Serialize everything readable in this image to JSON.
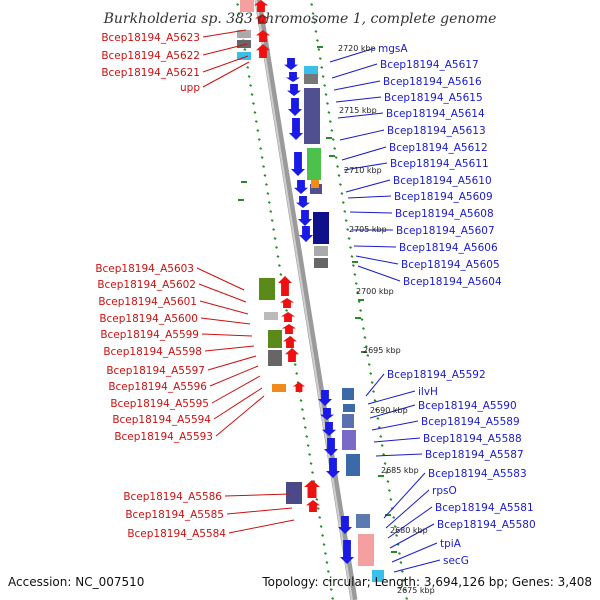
{
  "title": "Burkholderia sp. 383 chromosome 1, complete genome",
  "accession": "Accession: NC_007510",
  "topology": "Topology: circular; Length: 3,694,126 bp; Genes: 3,408",
  "colors": {
    "forward_label": "#1a1acc",
    "reverse_label": "#cc1111",
    "forward_arrow": "#1a1ae6",
    "reverse_arrow": "#ee1111",
    "backbone": "#888888",
    "ticks": "#2a8a2a"
  },
  "kbp_labels": [
    "2720 kbp",
    "2715 kbp",
    "2710 kbp",
    "2705 kbp",
    "2700 kbp",
    "2695 kbp",
    "2690 kbp",
    "2685 kbp",
    "2680 kbp",
    "2675 kbp"
  ],
  "forward_genes": [
    "mgsA",
    "Bcep18194_A5617",
    "Bcep18194_A5616",
    "Bcep18194_A5615",
    "Bcep18194_A5614",
    "Bcep18194_A5613",
    "Bcep18194_A5612",
    "Bcep18194_A5611",
    "Bcep18194_A5610",
    "Bcep18194_A5609",
    "Bcep18194_A5608",
    "Bcep18194_A5607",
    "Bcep18194_A5606",
    "Bcep18194_A5605",
    "Bcep18194_A5604",
    "Bcep18194_A5592",
    "ilvH",
    "Bcep18194_A5590",
    "Bcep18194_A5589",
    "Bcep18194_A5588",
    "Bcep18194_A5587",
    "Bcep18194_A5583",
    "rpsO",
    "Bcep18194_A5581",
    "Bcep18194_A5580",
    "tpiA",
    "secG"
  ],
  "reverse_genes": [
    "Bcep18194_A5623",
    "Bcep18194_A5622",
    "Bcep18194_A5621",
    "upp",
    "Bcep18194_A5603",
    "Bcep18194_A5602",
    "Bcep18194_A5601",
    "Bcep18194_A5600",
    "Bcep18194_A5599",
    "Bcep18194_A5598",
    "Bcep18194_A5597",
    "Bcep18194_A5596",
    "Bcep18194_A5595",
    "Bcep18194_A5594",
    "Bcep18194_A5593",
    "Bcep18194_A5586",
    "Bcep18194_A5585",
    "Bcep18194_A5584"
  ]
}
